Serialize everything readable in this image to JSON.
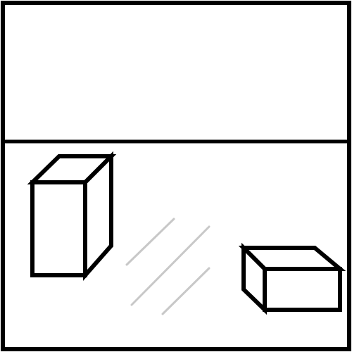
{
  "colors": {
    "background": "#ffffff",
    "stroke": "#000000",
    "reflection": "#c8c8c8"
  },
  "scene": {
    "objects": [
      {
        "kind": "tall-box"
      },
      {
        "kind": "short-box"
      },
      {
        "kind": "reflection-lines",
        "count": 3
      }
    ]
  }
}
